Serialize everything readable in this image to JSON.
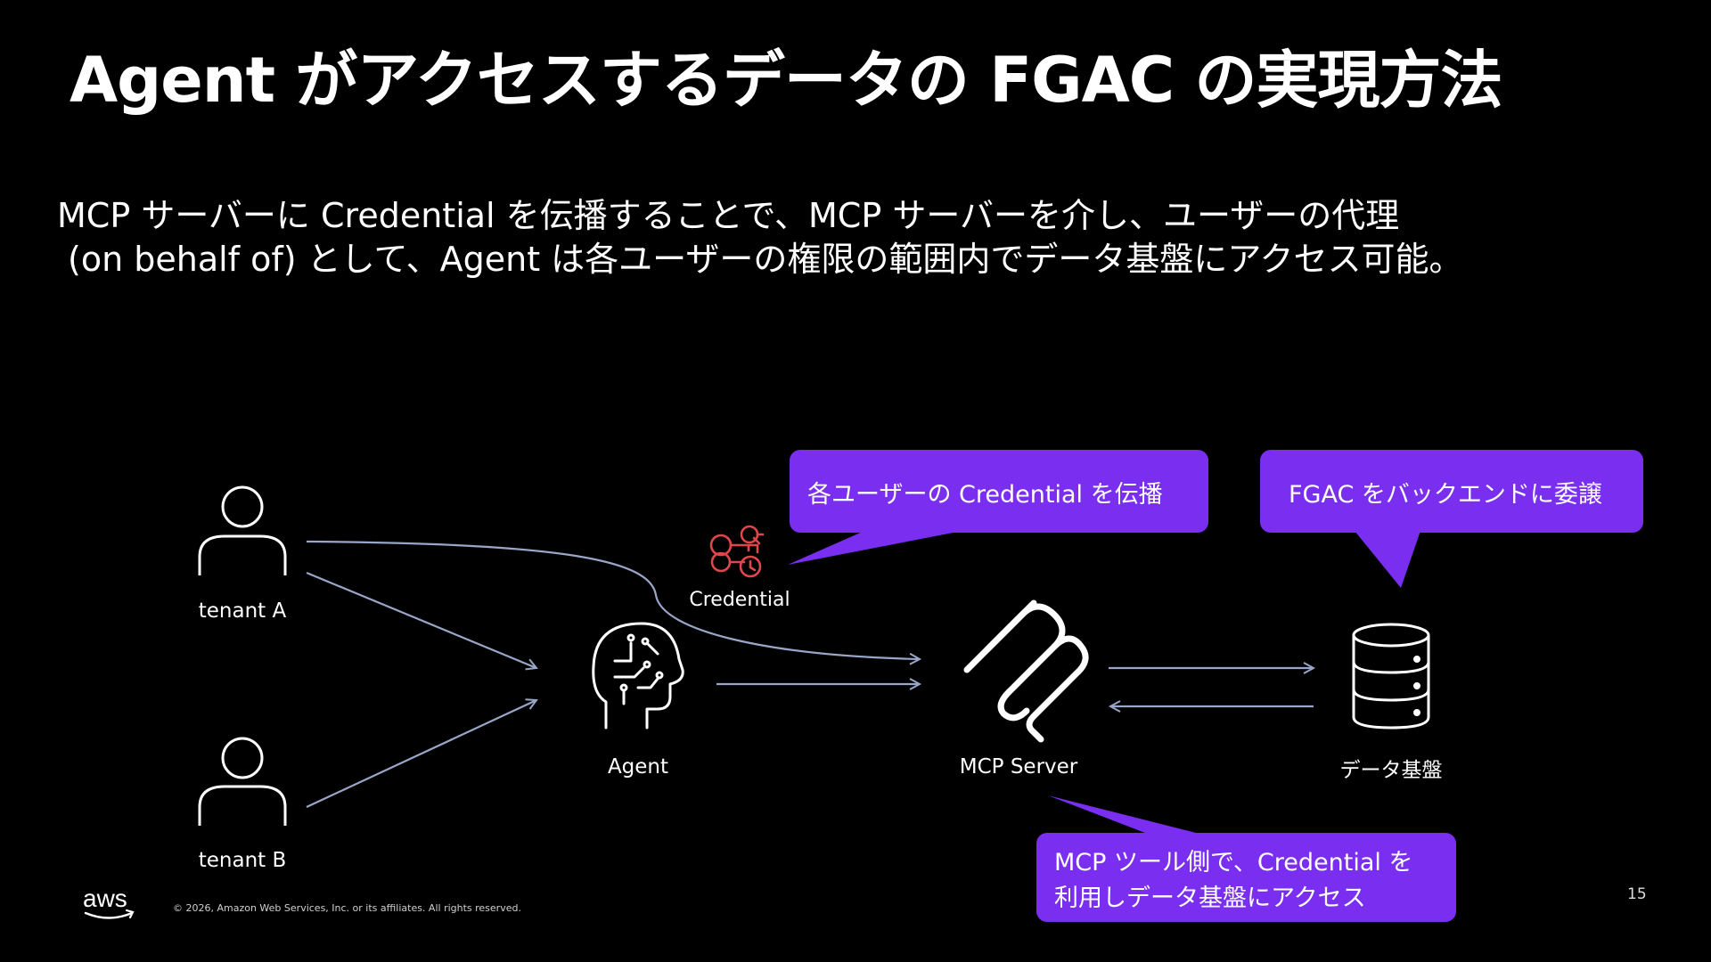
{
  "title": "Agent がアクセスするデータの FGAC の実現方法",
  "description": {
    "line1": "MCP サーバーに Credential を伝播することで、MCP サーバーを介し、ユーザーの代理",
    "line2": "(on behalf of) として、Agent は各ユーザーの権限の範囲内でデータ基盤にアクセス可能。"
  },
  "diagram": {
    "tenant_a": "tenant A",
    "tenant_b": "tenant B",
    "agent": "Agent",
    "credential": "Credential",
    "mcp_server": "MCP Server",
    "data_platform": "データ基盤",
    "callout_credential": "各ユーザーの Credential を伝播",
    "callout_fgac": "FGAC をバックエンドに委譲",
    "callout_mcp_line1": "MCP ツール側で、Credential を",
    "callout_mcp_line2": "利用しデータ基盤にアクセス"
  },
  "colors": {
    "background": "#000000",
    "callout": "#7a2ff0",
    "arrow": "#9aa6c8",
    "credential_icon": "#e0474c"
  },
  "footer": {
    "logo": "aws",
    "copyright": "© 2026, Amazon Web Services, Inc. or its affiliates. All rights reserved.",
    "page_number": "15"
  }
}
